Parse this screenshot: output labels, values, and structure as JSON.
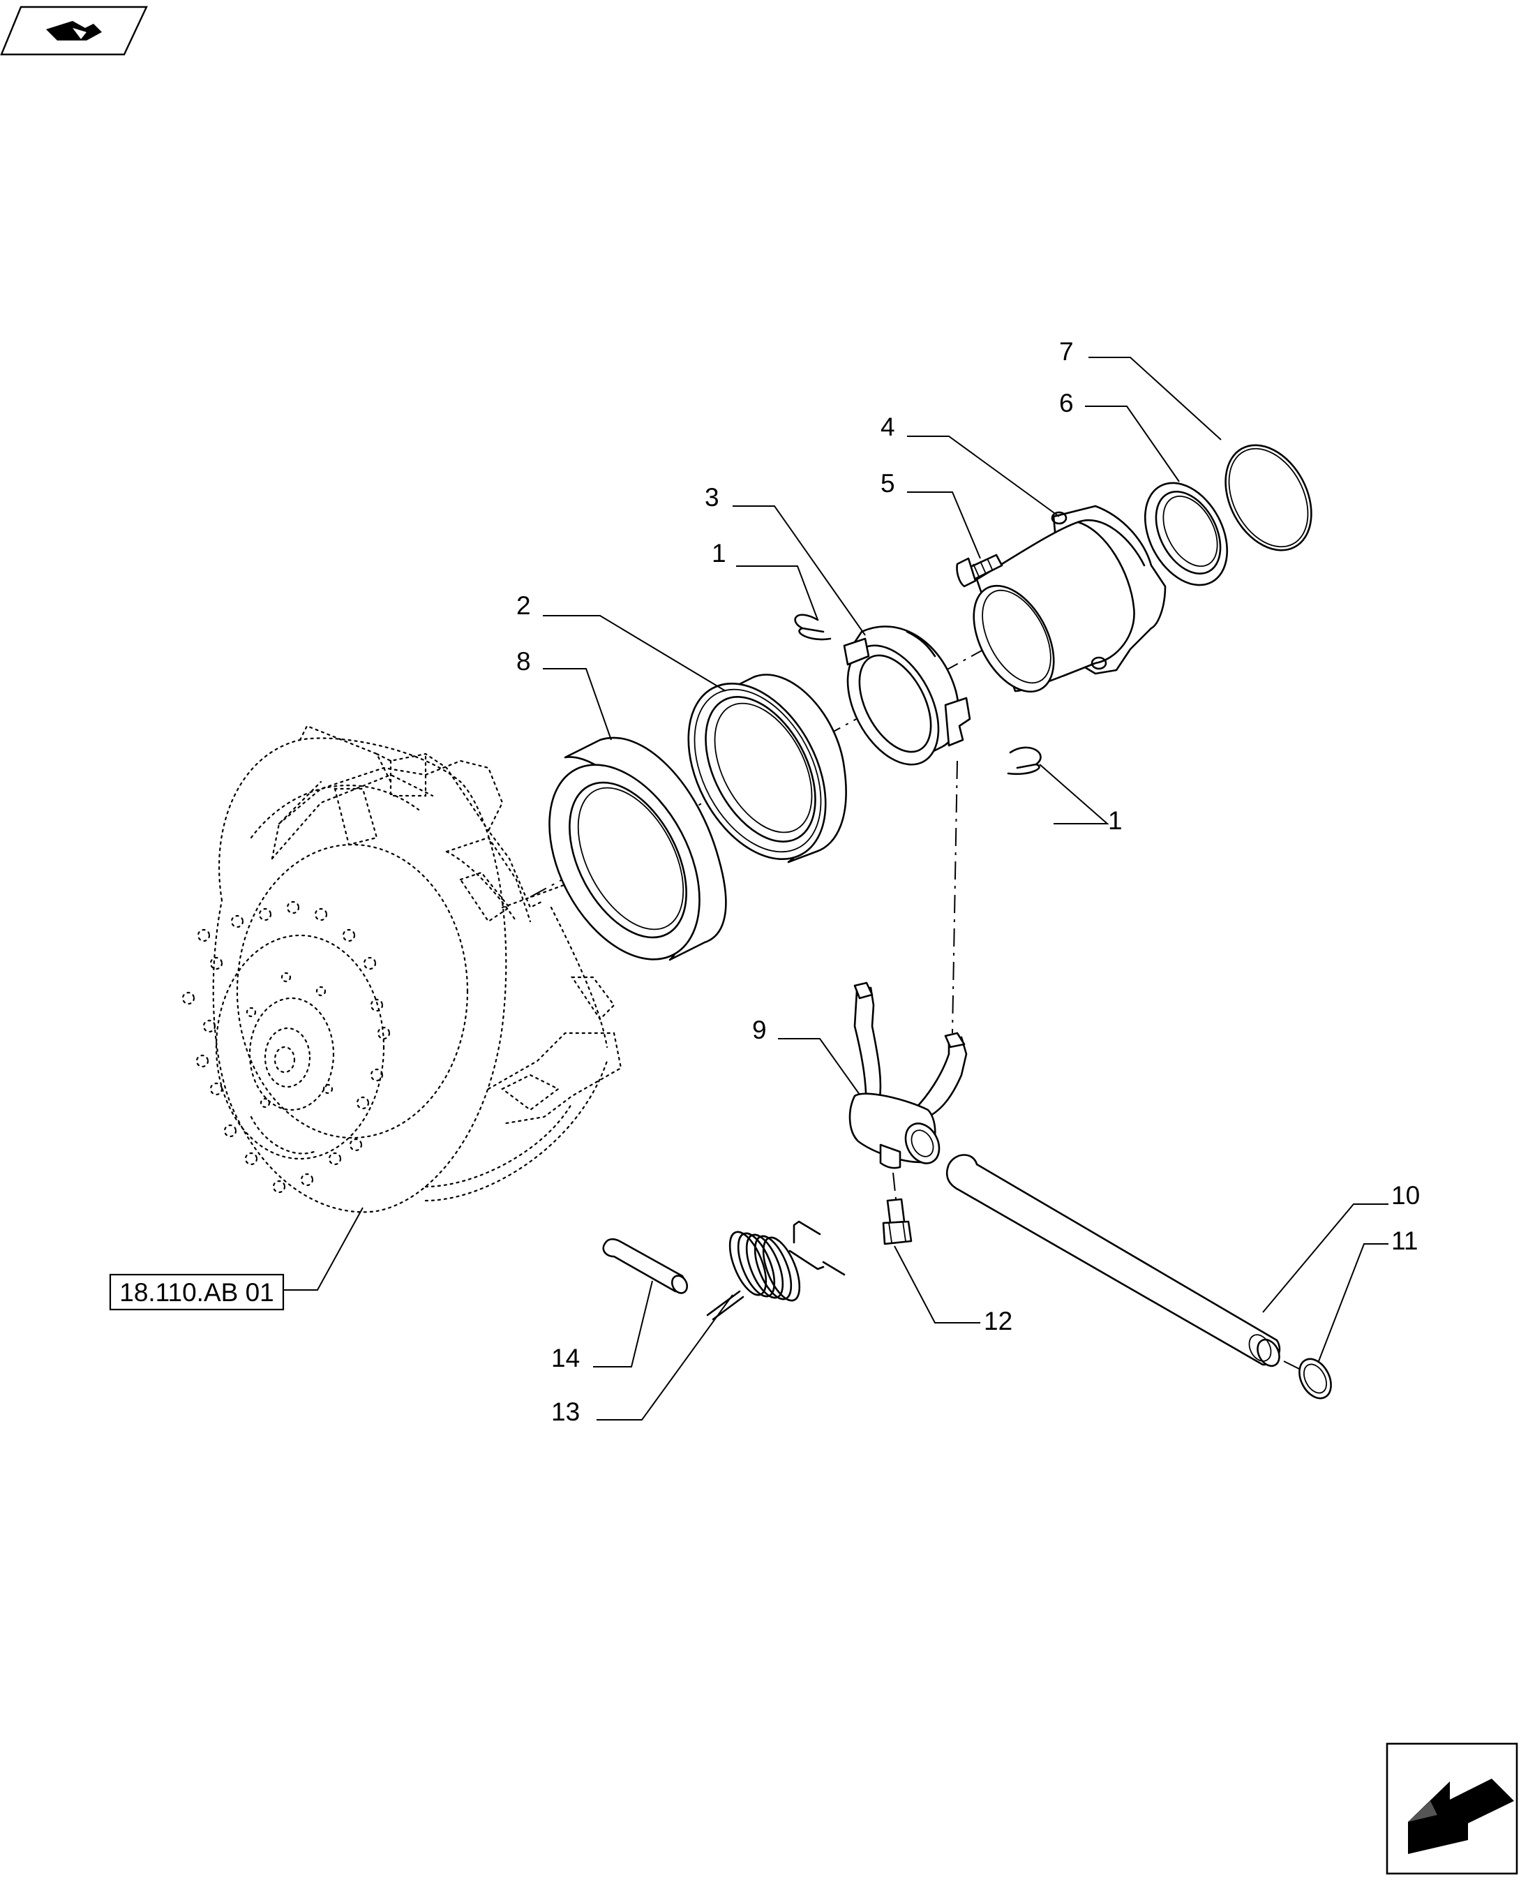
{
  "diagram": {
    "reference_label": "18.110.AB 01",
    "callouts": [
      {
        "id": "c1a",
        "label": "1"
      },
      {
        "id": "c1b",
        "label": "1"
      },
      {
        "id": "c2",
        "label": "2"
      },
      {
        "id": "c3",
        "label": "3"
      },
      {
        "id": "c4",
        "label": "4"
      },
      {
        "id": "c5",
        "label": "5"
      },
      {
        "id": "c6",
        "label": "6"
      },
      {
        "id": "c7",
        "label": "7"
      },
      {
        "id": "c8",
        "label": "8"
      },
      {
        "id": "c9",
        "label": "9"
      },
      {
        "id": "c10",
        "label": "10"
      },
      {
        "id": "c11",
        "label": "11"
      },
      {
        "id": "c12",
        "label": "12"
      },
      {
        "id": "c13",
        "label": "13"
      },
      {
        "id": "c14",
        "label": "14"
      }
    ]
  },
  "icons": {
    "top_left": "book-arrow-icon",
    "bottom_right": "previous-arrow-icon"
  }
}
